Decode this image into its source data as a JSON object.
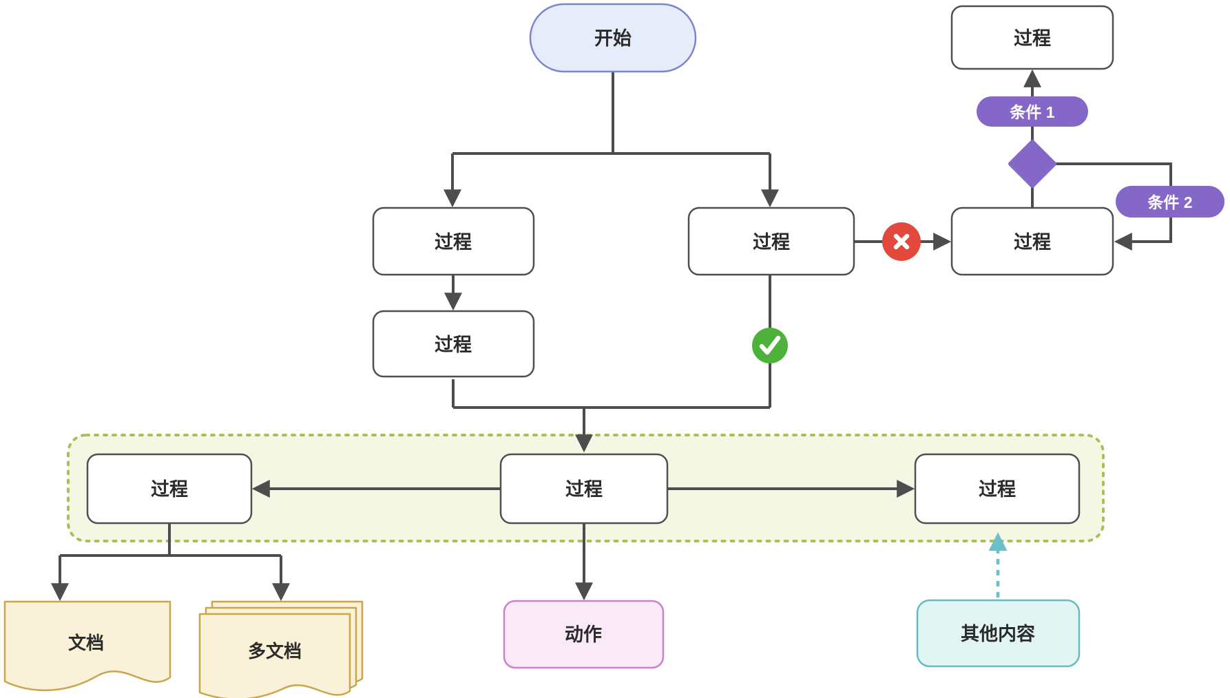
{
  "diagram": {
    "type": "flowchart",
    "nodes": {
      "start": {
        "label": "开始"
      },
      "proc_branch_left": {
        "label": "过程"
      },
      "proc_branch_left_2": {
        "label": "过程"
      },
      "proc_branch_right": {
        "label": "过程"
      },
      "proc_loop_target": {
        "label": "过程"
      },
      "proc_top_right": {
        "label": "过程"
      },
      "proc_row_left": {
        "label": "过程"
      },
      "proc_row_center": {
        "label": "过程"
      },
      "proc_row_right": {
        "label": "过程"
      },
      "document": {
        "label": "文档"
      },
      "multi_document": {
        "label": "多文档"
      },
      "action": {
        "label": "动作"
      },
      "other_content": {
        "label": "其他内容"
      }
    },
    "edge_labels": {
      "condition1": "条件 1",
      "condition2": "条件 2"
    },
    "badges": {
      "fail": {
        "icon": "x-icon",
        "color": "#e2483b"
      },
      "pass": {
        "icon": "check-icon",
        "color": "#4eb13c"
      }
    },
    "colors": {
      "edge": "#4d4d4d",
      "node_fill": "#ffffff",
      "node_border": "#4f4f4f",
      "text": "#2b2b2b",
      "white": "#ffffff",
      "start_fill": "#e7ecfb",
      "start_border": "#7b84cf",
      "purple": "#8567c8",
      "red": "#e2483b",
      "green": "#4eb13c",
      "container_fill": "#f4f7e3",
      "container_border": "#a9c05a",
      "doc_fill": "#faf2d8",
      "doc_border": "#c9a54c",
      "action_fill": "#faeaf8",
      "action_border": "#cf7fcb",
      "other_fill": "#e1f5f3",
      "other_border": "#62bcc4",
      "teal": "#6cc0ca"
    }
  }
}
